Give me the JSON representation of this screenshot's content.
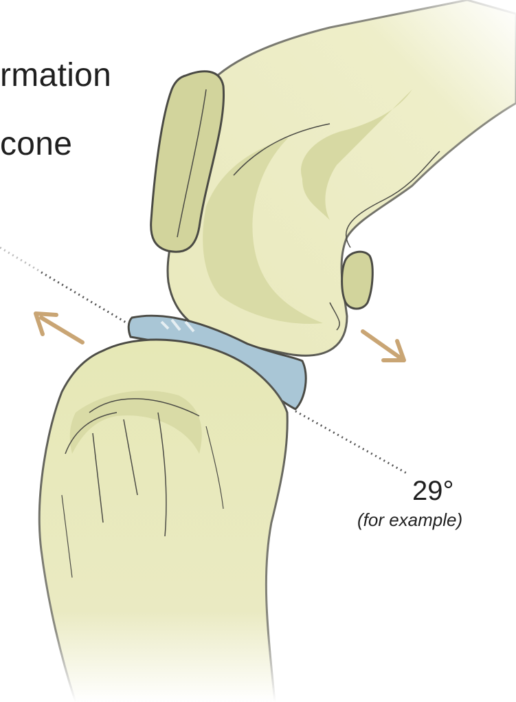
{
  "title_lines": [
    "rmation",
    "cone"
  ],
  "angle": {
    "value": "29°",
    "note": "(for example)"
  },
  "colors": {
    "bone_fill": "#e8e8b8",
    "bone_shade": "#d4d6a0",
    "bone_outline": "#4a4a44",
    "disc_fill": "#a9c6d6",
    "arrow": "#c9a574",
    "dotted_line": "#555555"
  }
}
